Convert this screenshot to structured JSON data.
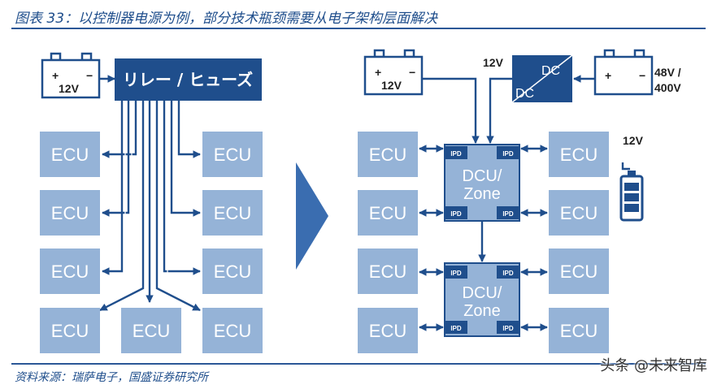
{
  "header": {
    "title": "图表 33：以控制器电源为例，部分技术瓶颈需要从电子架构层面解决"
  },
  "footer": {
    "source": "资料来源：瑞萨电子，国盛证券研究所",
    "watermark": "头条 @未来智库"
  },
  "left": {
    "battery_label": "12V",
    "relay_label": "リレー / ヒューズ",
    "ecu_label": "ECU"
  },
  "right": {
    "battery_12v_label": "12V",
    "dcdc_input_label": "12V",
    "dcdc_top": "DC",
    "dcdc_bottom": "DC",
    "hv_battery_label_1": "48V /",
    "hv_battery_label_2": "400V",
    "backup_label": "12V",
    "dcu_line1": "DCU/",
    "dcu_line2": "Zone",
    "ipd_label": "IPD",
    "ecu_label": "ECU"
  },
  "colors": {
    "dark_blue": "#1f4e8c",
    "light_blue": "#95b3d7",
    "chevron": "#3a6db0"
  }
}
